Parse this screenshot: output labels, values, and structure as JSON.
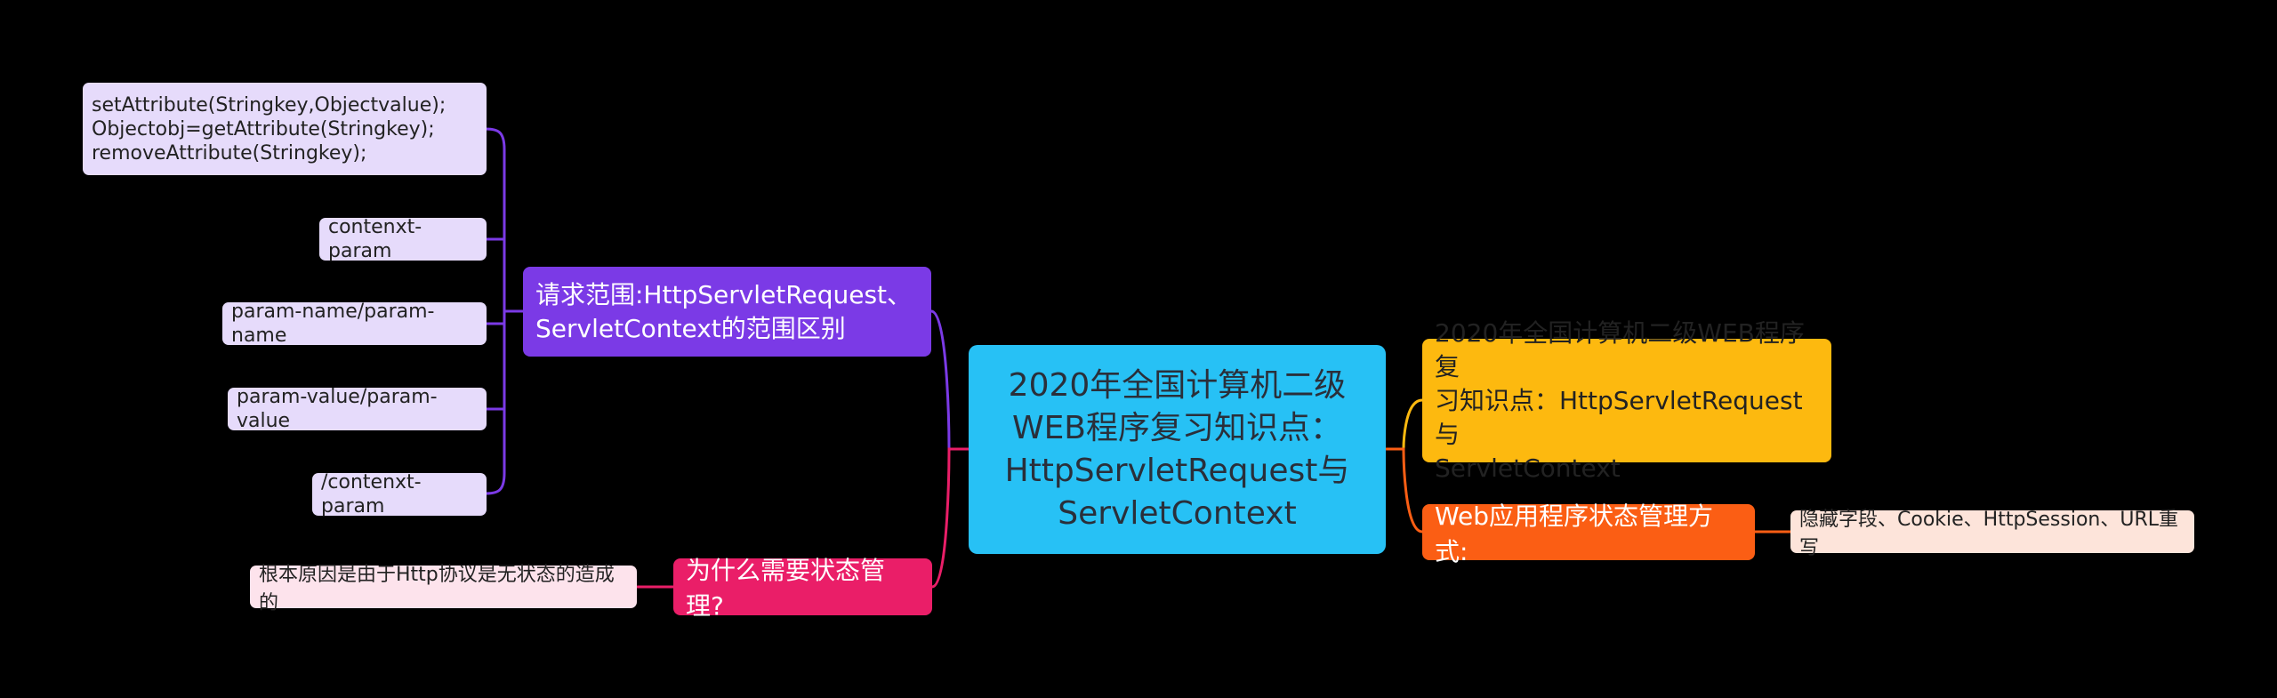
{
  "root": {
    "text": "2020年全国计算机二级\nWEB程序复习知识点：\nHttpServletRequest与\nServletContext"
  },
  "left": {
    "scope": {
      "text": "请求范围:HttpServletRequest、\nServletContext的范围区别",
      "children": [
        "setAttribute(Stringkey,Objectvalue);\nObjectobj=getAttribute(Stringkey);\nremoveAttribute(Stringkey);",
        "contenxt-param",
        "param-name/param-name",
        "param-value/param-value",
        "/contenxt-param"
      ]
    },
    "why": {
      "text": "为什么需要状态管理?",
      "children": [
        "根本原因是由于Http协议是无状态的造成的"
      ]
    }
  },
  "right": {
    "summary": {
      "text": "2020年全国计算机二级WEB程序复\n习知识点：HttpServletRequest与\nServletContext"
    },
    "web": {
      "text": "Web应用程序状态管理方式:",
      "children": [
        "隐藏字段、Cookie、HttpSession、URL重写"
      ]
    }
  },
  "colors": {
    "root": "#27c1f5",
    "purple": "#7b3ae6",
    "pink": "#ea1e68",
    "yellow": "#fdb90f",
    "orange": "#fb5e14"
  }
}
